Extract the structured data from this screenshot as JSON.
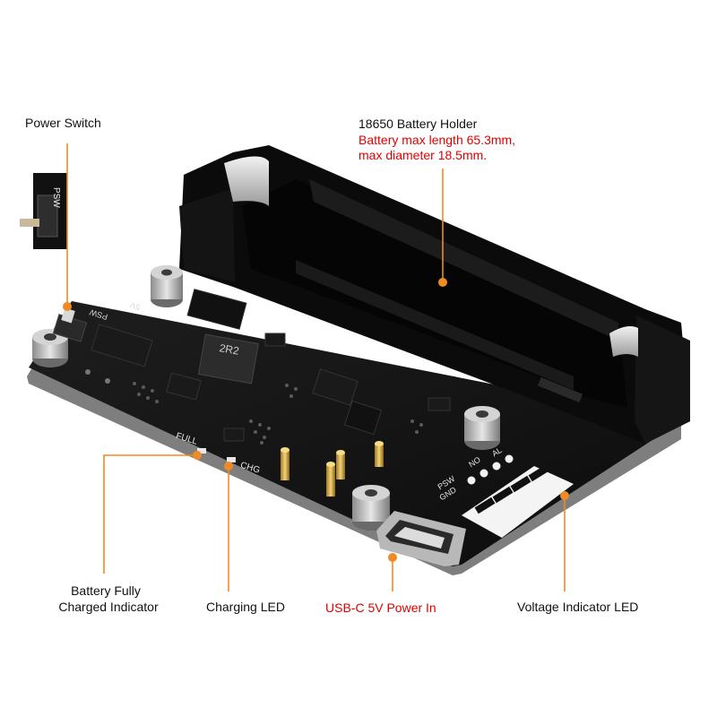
{
  "callouts": {
    "power_switch": "Power Switch",
    "battery_holder": {
      "title": "18650 Battery Holder",
      "spec_line1": "Battery max length 65.3mm,",
      "spec_line2": "max diameter 18.5mm."
    },
    "battery_full": {
      "line1": "Battery Fully",
      "line2": "Charged Indicator"
    },
    "charging_led": "Charging LED",
    "usb_c": "USB-C 5V Power In",
    "voltage_led": "Voltage Indicator LED"
  },
  "board_silkscreen": {
    "psw_inset": "PSW",
    "psw_near_switch": "PSW",
    "v5": "5V",
    "inductor": "2R2",
    "full": "FULL",
    "chg": "CHG",
    "header_psw": "PSW",
    "header_gnd": "GND",
    "header_no": "NO",
    "header_al": "AL"
  },
  "colors": {
    "callout_line": "#f08a24",
    "highlight_text": "#e00000",
    "pcb": "#141414",
    "holder": "#0b0b0b"
  }
}
